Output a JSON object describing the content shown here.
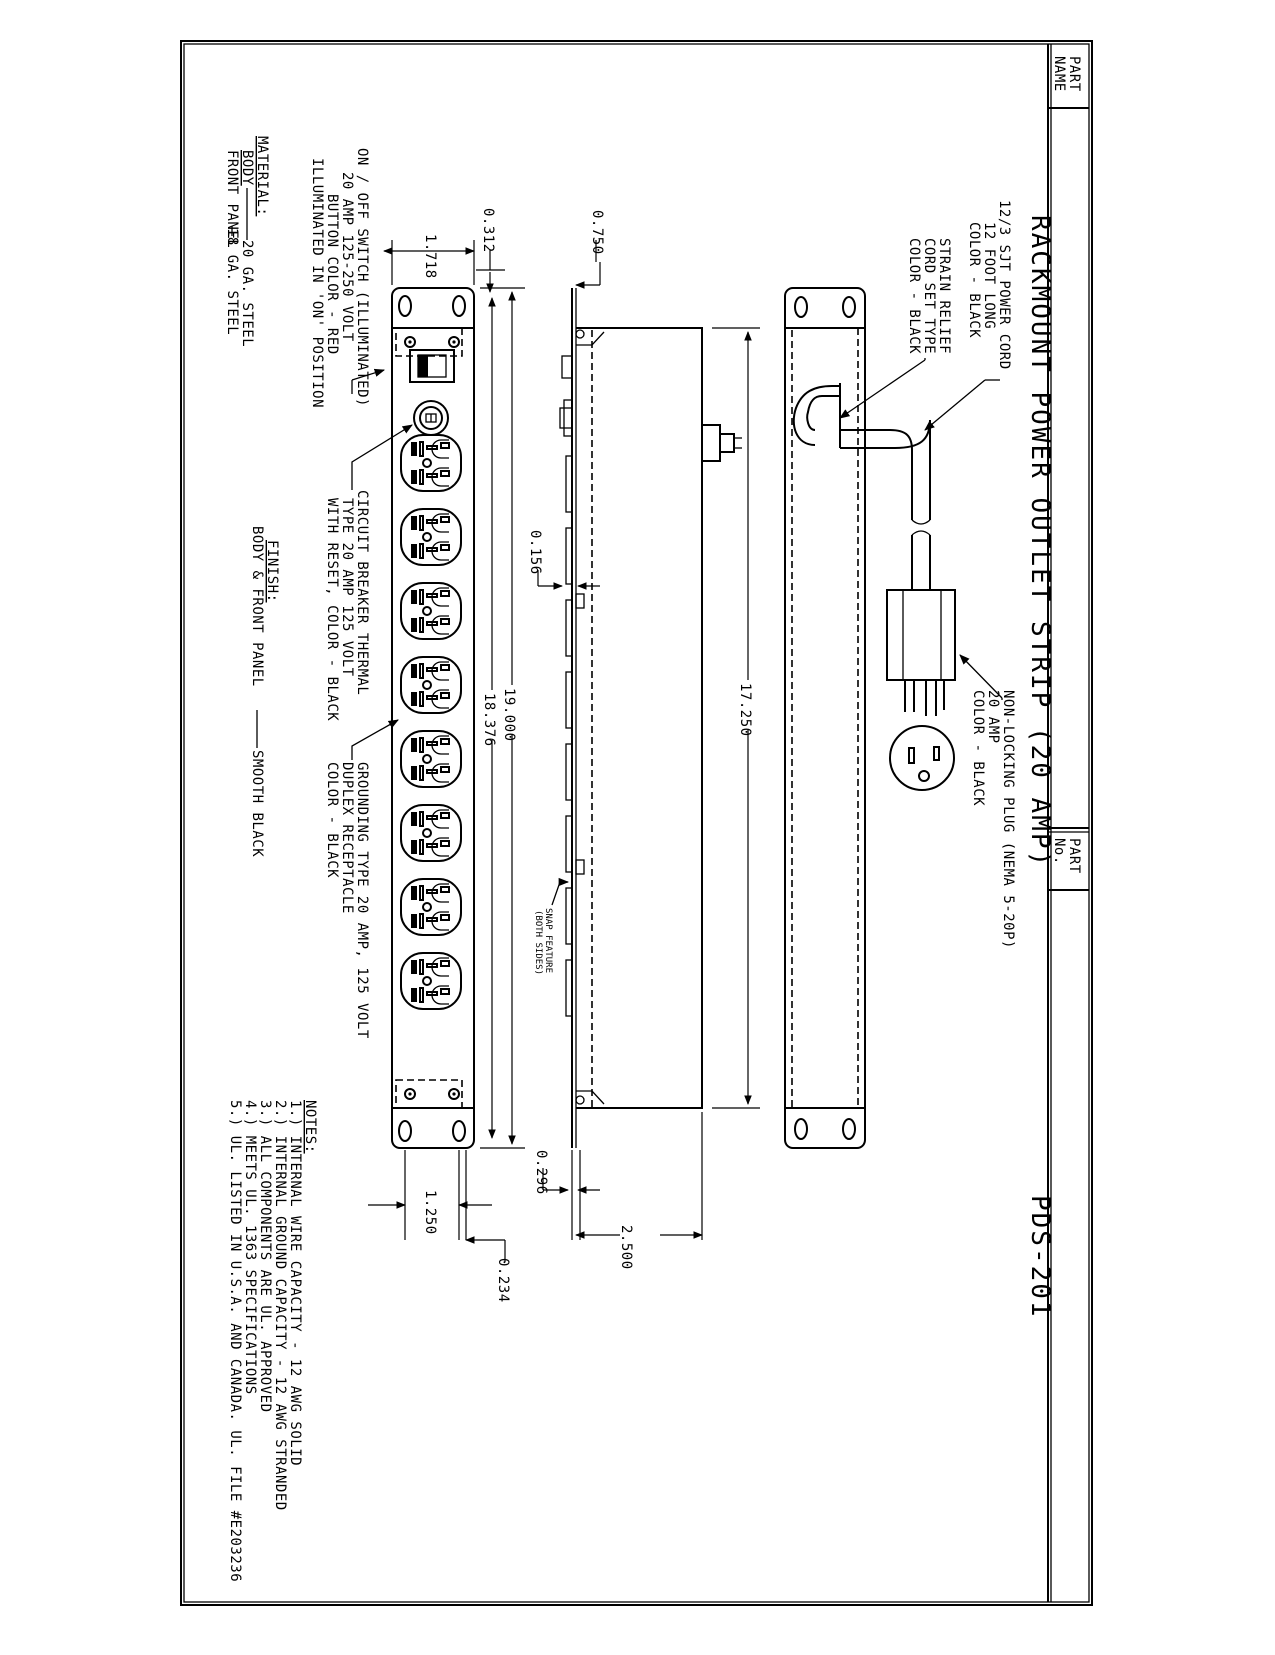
{
  "title_block": {
    "part_name_label": [
      "PART",
      "NAME"
    ],
    "part_no_label": [
      "PART",
      "No."
    ],
    "title": "RACKMOUNT POWER OUTLET STRIP (20 AMP)",
    "part_number": "PDS-201"
  },
  "callouts": {
    "power_cord": [
      "12/3 SJT POWER CORD",
      "12 FOOT LONG",
      "COLOR - BLACK"
    ],
    "strain_relief": [
      "STRAIN RELIEF",
      "CORD SET TYPE",
      "COLOR - BLACK"
    ],
    "plug": [
      "NON-LOCKING PLUG  (NEMA 5-20P)",
      "20 AMP",
      "COLOR - BLACK"
    ],
    "switch": [
      "ON / OFF SWITCH (ILLUMINATED)",
      "20 AMP 125-250 VOLT",
      "BUTTON COLOR - RED",
      "ILLUMINATED IN 'ON' POSITION"
    ],
    "breaker": [
      "CIRCUIT BREAKER THERMAL",
      "TYPE 20 AMP 125 VOLT",
      "WITH RESET, COLOR - BLACK"
    ],
    "receptacle": [
      "GROUNDING TYPE 20 AMP, 125 VOLT",
      "DUPLEX RECEPTACLE",
      "COLOR - BLACK"
    ],
    "snap": [
      "SNAP FEATURE",
      "(BOTH SIDES)"
    ]
  },
  "dimensions": {
    "d17250": "17.250",
    "d19000": "19.000",
    "d18376": "18.376",
    "d0312": "0.312",
    "d1718": "1.718",
    "d0750": "0.750",
    "d0156": "0.156",
    "d0296": "0.296",
    "d2500": "2.500",
    "d1250": "1.250",
    "d0234": "0.234"
  },
  "material": {
    "heading": "MATERIAL:",
    "body_label": "BODY",
    "front_label": "FRONT PANEL",
    "body_value": "20 GA. STEEL",
    "front_value": "18 GA. STEEL"
  },
  "finish": {
    "heading": "FINISH:",
    "line": "BODY & FRONT PANEL",
    "value": "SMOOTH BLACK"
  },
  "notes": {
    "heading": "NOTES:",
    "items": [
      "1.) INTERNAL WIRE CAPACITY - 12 AWG SOLID",
      "2.) INTERNAL GROUND CAPACITY - 12 AWG STRANDED",
      "3.) ALL COMPONENTS ARE UL. APPROVED",
      "4.) MEETS UL. 1363 SPECIFICATIONS",
      "5.) UL. LISTED IN U.S.A. AND CANADA.  UL. FILE #E203236"
    ]
  },
  "receptacle_count": 8
}
